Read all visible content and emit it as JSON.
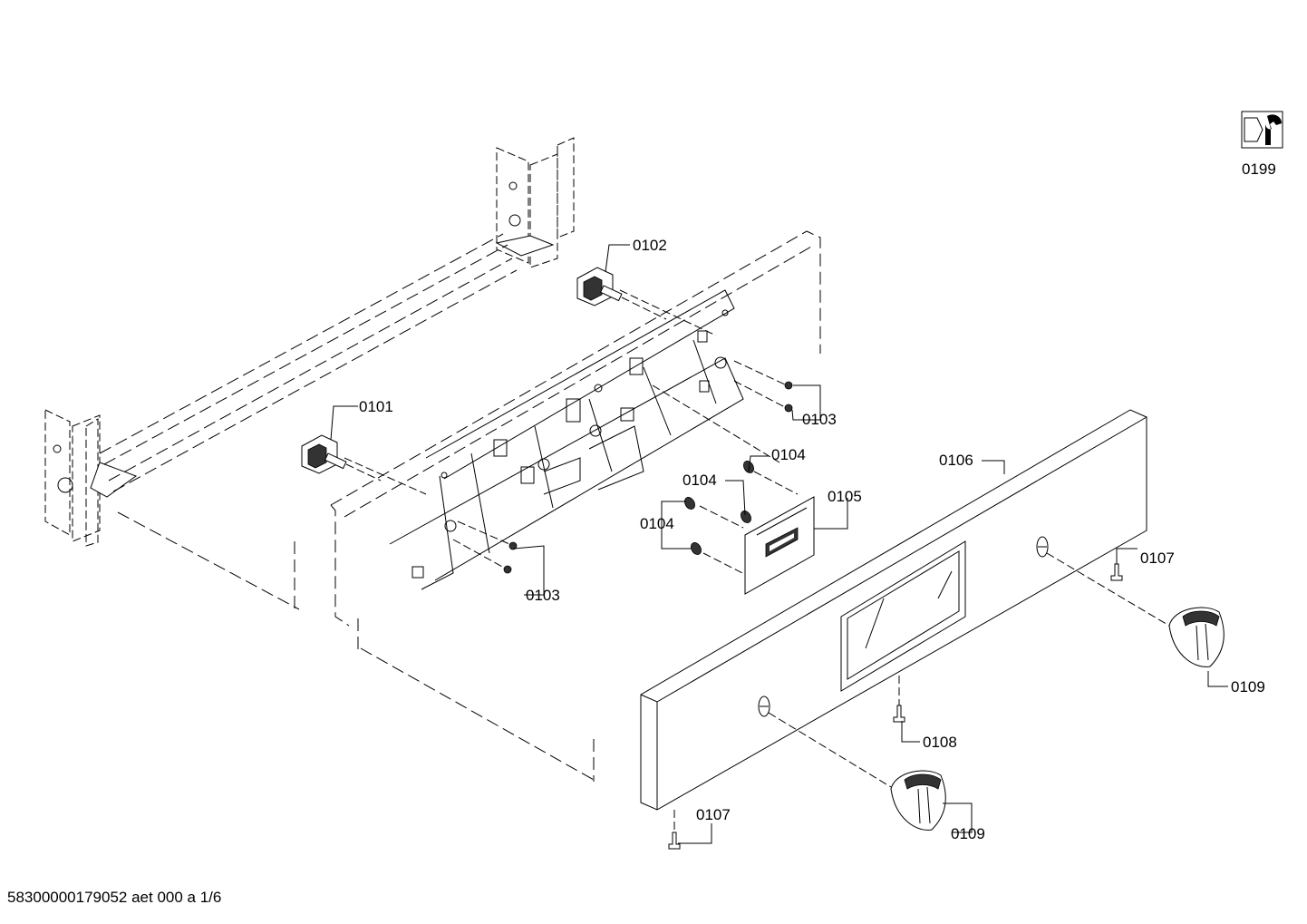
{
  "diagram": {
    "part_labels": {
      "p0101": "0101",
      "p0102": "0102",
      "p0103a": "0103",
      "p0103b": "0103",
      "p0104a": "0104",
      "p0104b": "0104",
      "p0104c": "0104",
      "p0105": "0105",
      "p0106": "0106",
      "p0107a": "0107",
      "p0107b": "0107",
      "p0108": "0108",
      "p0109a": "0109",
      "p0109b": "0109",
      "p0199": "0199"
    },
    "document_id": "58300000179052 aet 000 a 1/6"
  }
}
